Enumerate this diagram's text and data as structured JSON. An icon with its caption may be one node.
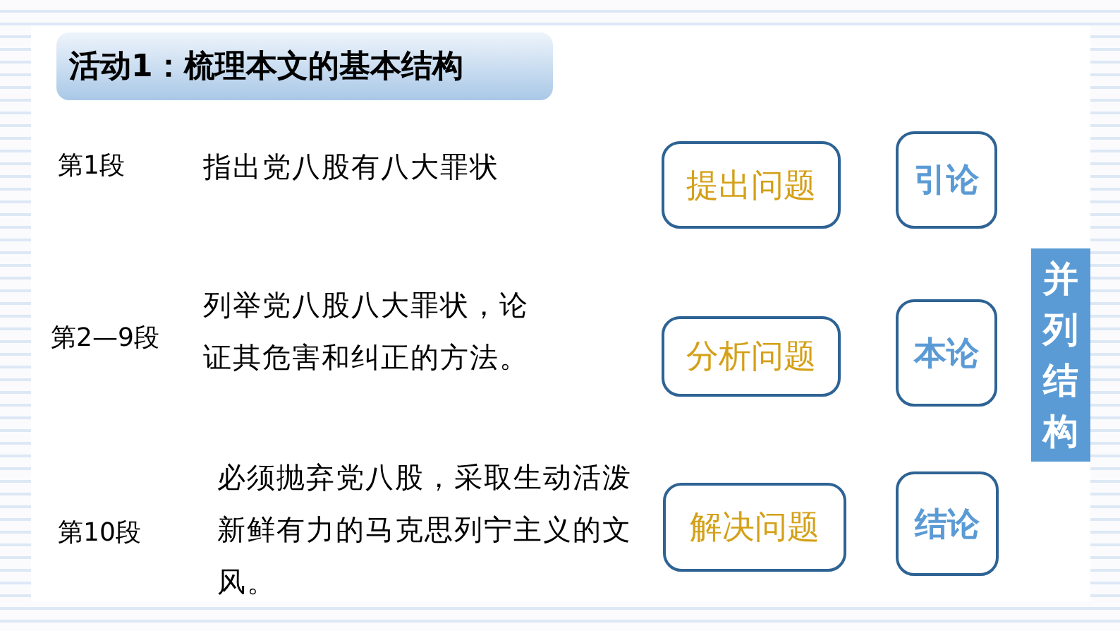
{
  "diagram": {
    "title": "活动1：梳理本文的基本结构",
    "nodes": [
      {
        "text": [
          "提出问题"
        ]
      },
      {
        "text": [
          "引论"
        ]
      },
      {
        "text": [
          "分析问题"
        ]
      },
      {
        "text": [
          "本论"
        ]
      },
      {
        "text": [
          "并列结构"
        ]
      },
      {
        "text": [
          "解决问题"
        ]
      },
      {
        "text": [
          "结论"
        ]
      }
    ],
    "labels": [
      "第1段",
      "指出党八股有八大罪状",
      "第2—9段",
      "列举党八股八大罪状，论证其危害和纠正的方法。",
      "第10段",
      "必须抛弃党八股，采取生动活泼新鲜有力的马克思列宁主义的文风。"
    ]
  }
}
